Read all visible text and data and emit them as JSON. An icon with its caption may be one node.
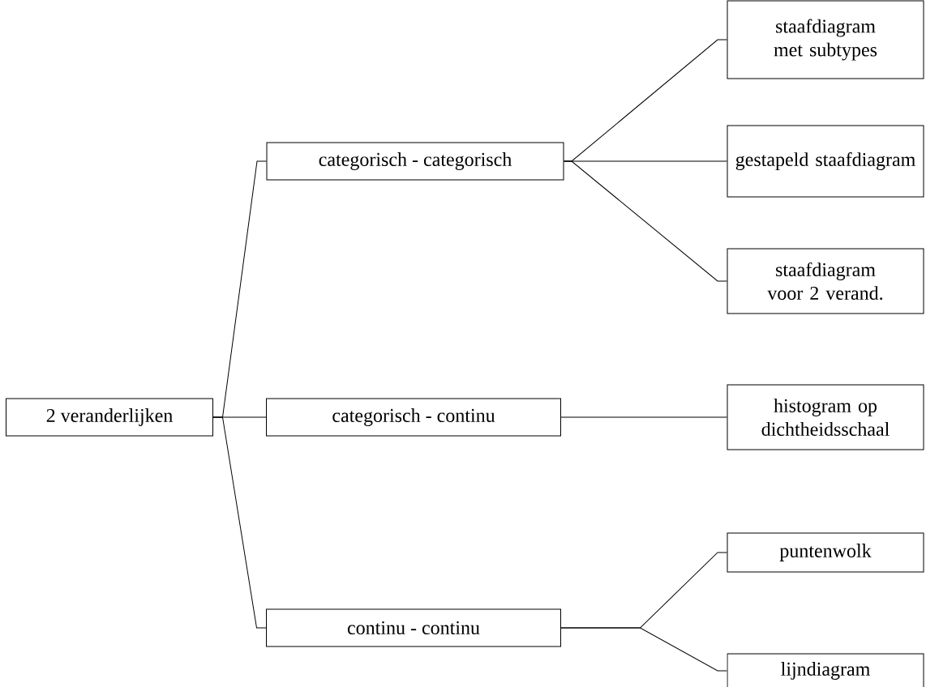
{
  "diagram": {
    "nodes": [
      {
        "text": [
          "2 veranderlijken"
        ]
      },
      {
        "text": [
          "categorisch - categorisch"
        ]
      },
      {
        "text": [
          "categorisch - continu"
        ]
      },
      {
        "text": [
          "continu - continu"
        ]
      },
      {
        "text": [
          "staafdiagram met subtypes"
        ]
      },
      {
        "text": [
          "gestapeld staafdiagram"
        ]
      },
      {
        "text": [
          "staafdiagram voor 2 verand."
        ]
      },
      {
        "text": [
          "histogram op dichtheidsschaal"
        ]
      },
      {
        "text": [
          "puntenwolk"
        ]
      },
      {
        "text": [
          "lijndiagram"
        ]
      }
    ],
    "edges": [
      {
        "from": 0,
        "to": 1,
        "arrow": "none"
      },
      {
        "from": 0,
        "to": 2,
        "arrow": "none"
      },
      {
        "from": 0,
        "to": 3,
        "arrow": "none"
      },
      {
        "from": 1,
        "to": 4,
        "arrow": "none"
      },
      {
        "from": 1,
        "to": 5,
        "arrow": "none"
      },
      {
        "from": 1,
        "to": 6,
        "arrow": "none"
      },
      {
        "from": 2,
        "to": 7,
        "arrow": "none"
      },
      {
        "from": 3,
        "to": 8,
        "arrow": "none"
      },
      {
        "from": 3,
        "to": 9,
        "arrow": "none"
      }
    ]
  }
}
